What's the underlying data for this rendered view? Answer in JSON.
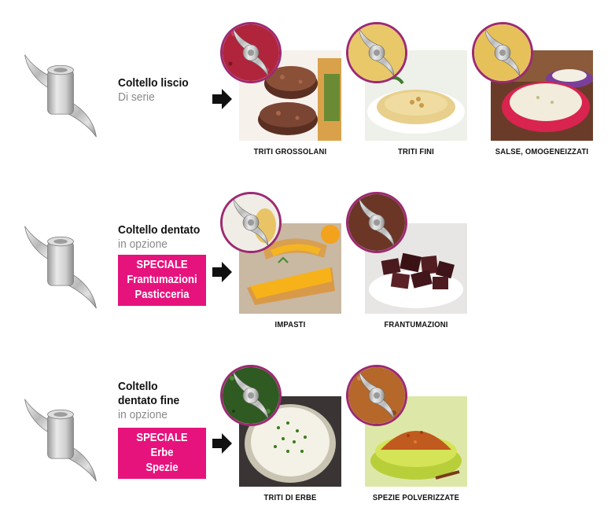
{
  "rows": [
    {
      "title_lines": [
        "Coltello liscio"
      ],
      "subtitle": "Di serie",
      "special": null,
      "items": [
        {
          "label": "TRITI GROSSOLANI",
          "icon": "meatball-icon"
        },
        {
          "label": "TRITI FINI",
          "icon": "hummus-icon"
        },
        {
          "label": "SALSE, OMOGENEIZZATI",
          "icon": "sauce-icon"
        }
      ]
    },
    {
      "title_lines": [
        "Coltello dentato"
      ],
      "subtitle": "in opzione",
      "special": [
        "SPECIALE",
        "Frantumazioni",
        "Pasticceria"
      ],
      "items": [
        {
          "label": "IMPASTI",
          "icon": "tart-icon"
        },
        {
          "label": "FRANTUMAZIONI",
          "icon": "chocolate-icon"
        }
      ]
    },
    {
      "title_lines": [
        "Coltello",
        "dentato fine"
      ],
      "subtitle": "in opzione",
      "special": [
        "SPECIALE",
        "Erbe",
        "Spezie"
      ],
      "items": [
        {
          "label": "TRITI DI ERBE",
          "icon": "herb-cheese-icon"
        },
        {
          "label": "SPEZIE POLVERIZZATE",
          "icon": "spice-powder-icon"
        }
      ]
    }
  ],
  "colors": {
    "accent": "#e6137d",
    "disc_border": "#9c2a72",
    "subtitle": "#8a8a8a"
  }
}
